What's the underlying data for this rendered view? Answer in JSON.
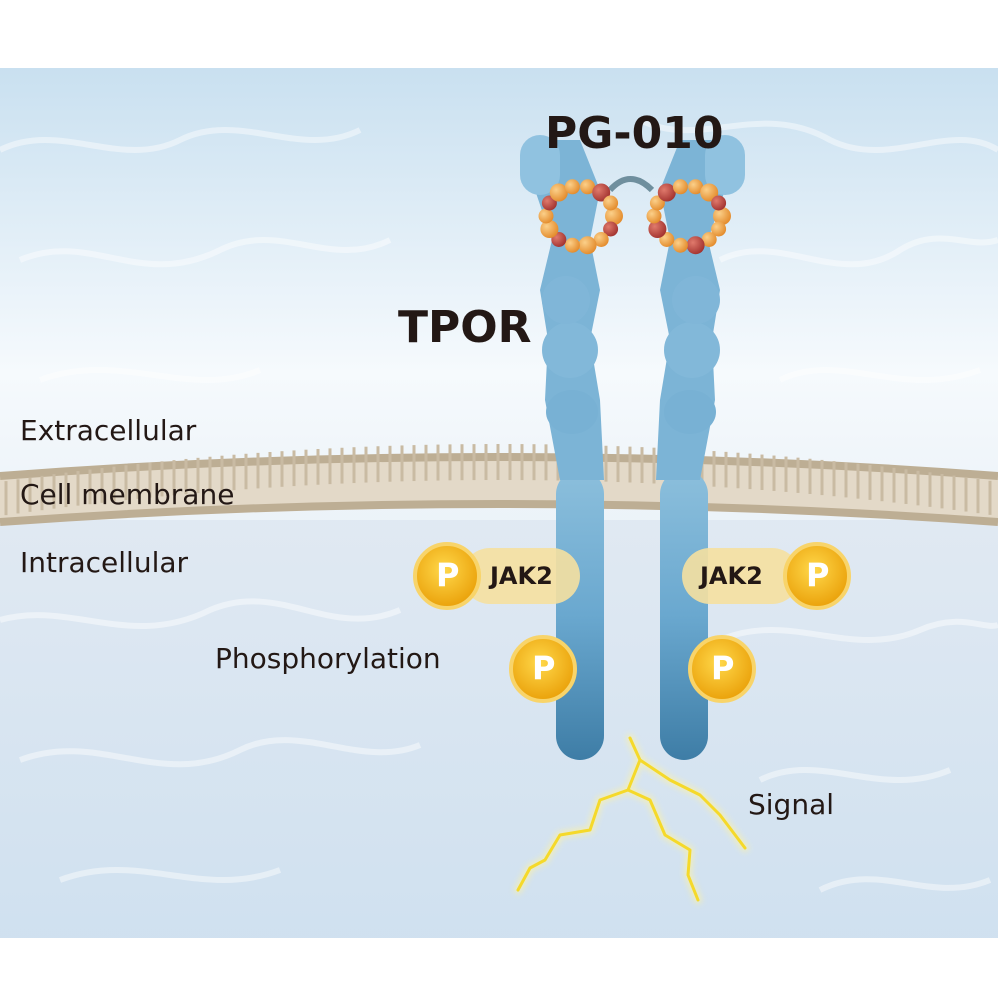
{
  "diagram": {
    "ligand_label": "PG-010",
    "receptor_label": "TPOR",
    "regions": {
      "extracellular": "Extracellular",
      "membrane": "Cell membrane",
      "intracellular": "Intracellular"
    },
    "kinase_label": "JAK2",
    "phospho_symbol": "P",
    "phosphorylation_label": "Phosphorylation",
    "signal_label": "Signal"
  },
  "colors": {
    "background_top": "#cfe4f2",
    "background_mid": "#f4f9fc",
    "intracellular": "#dbe7f2",
    "membrane": "#d8cdbb",
    "receptor": "#5b9fc6",
    "receptor_dark": "#3f7fa8",
    "kinase": "#f4dc8c",
    "phospho": "#f2b519",
    "ligand_orange": "#f0a445",
    "ligand_red": "#b8423f",
    "signal": "#f7e23a"
  }
}
